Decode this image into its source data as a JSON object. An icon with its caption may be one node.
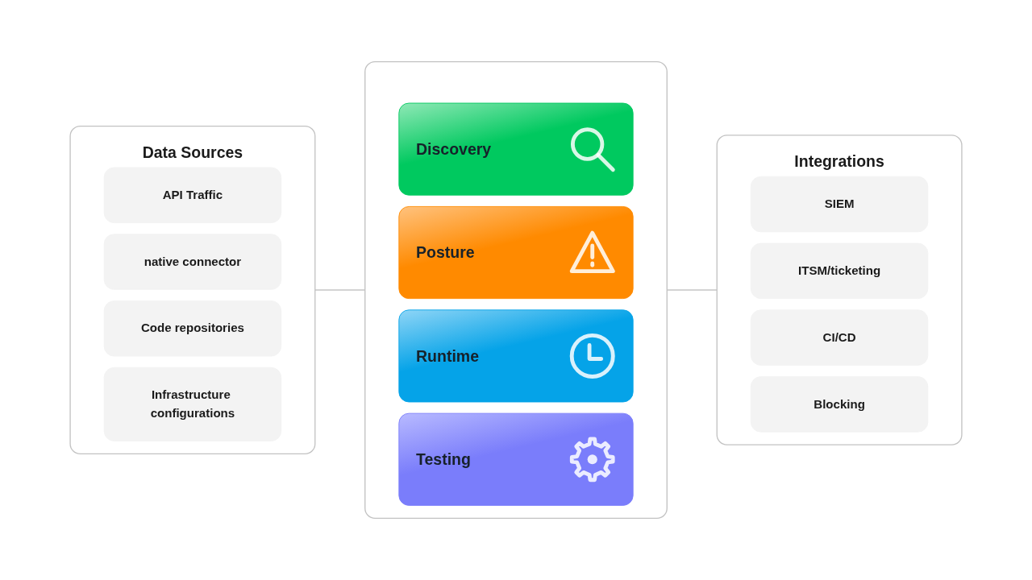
{
  "diagram": {
    "nodes": [
      {
        "text": [
          "Data Sources"
        ]
      },
      {
        "text": [
          "API Traffic"
        ],
        "in": 0
      },
      {
        "text": [
          "native connector"
        ],
        "in": 0
      },
      {
        "text": [
          "Code repositories"
        ],
        "in": 0
      },
      {
        "text": [
          "Infrastructure configurations"
        ],
        "in": 0
      },
      {
        "text": [],
        "shape": "box"
      },
      {
        "text": [
          "Discovery"
        ],
        "in": 5
      },
      {
        "text": [
          "Posture"
        ],
        "in": 5
      },
      {
        "text": [
          "Runtime"
        ],
        "in": 5
      },
      {
        "text": [
          "Testing"
        ],
        "in": 5
      },
      {
        "text": [
          "Integrations"
        ]
      },
      {
        "text": [
          "SIEM"
        ],
        "in": 10
      },
      {
        "text": [
          "ITSM/ticketing"
        ],
        "in": 10
      },
      {
        "text": [
          "CI/CD"
        ],
        "in": 10
      },
      {
        "text": [
          "Blocking"
        ],
        "in": 10
      }
    ],
    "edges": [
      {
        "from": 0,
        "to": 5,
        "arrow": "none"
      },
      {
        "from": 5,
        "to": 10,
        "arrow": "none"
      }
    ]
  }
}
